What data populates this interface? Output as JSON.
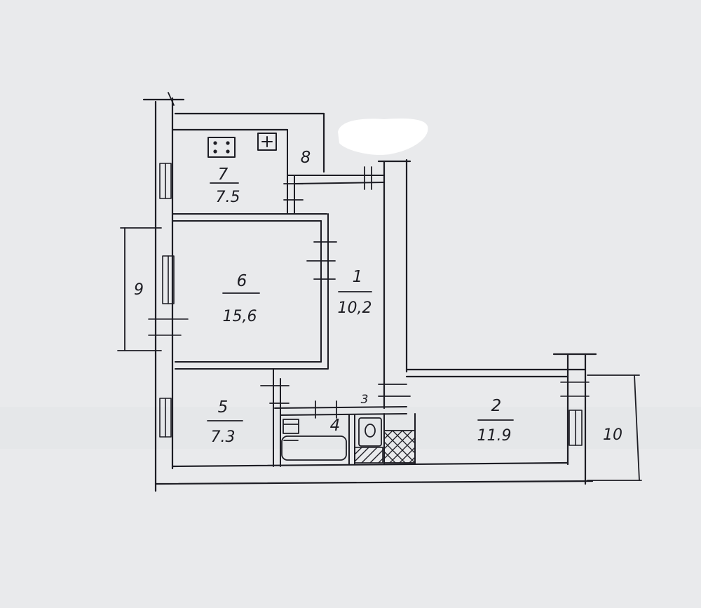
{
  "plan": {
    "rooms": [
      {
        "id": "7",
        "number": "7",
        "area": "7.5"
      },
      {
        "id": "8",
        "number": "8",
        "area": ""
      },
      {
        "id": "6",
        "number": "6",
        "area": "15,6"
      },
      {
        "id": "1",
        "number": "1",
        "area": "10,2"
      },
      {
        "id": "5",
        "number": "5",
        "area": "7.3"
      },
      {
        "id": "4",
        "number": "4",
        "area": ""
      },
      {
        "id": "3",
        "number": "3",
        "area": ""
      },
      {
        "id": "2",
        "number": "2",
        "area": "11.9"
      }
    ],
    "dimensions": [
      {
        "id": "left",
        "label": "9"
      },
      {
        "id": "right",
        "label": "10"
      }
    ],
    "colors": {
      "paper": "#e9eaec",
      "ink": "#1d1d24",
      "redaction": "#ffffff"
    },
    "symbols": [
      "stove-icon",
      "sink-icon",
      "bathtub-icon",
      "toilet-icon",
      "ventilation-shaft-icon",
      "redaction-blob-icon"
    ]
  }
}
